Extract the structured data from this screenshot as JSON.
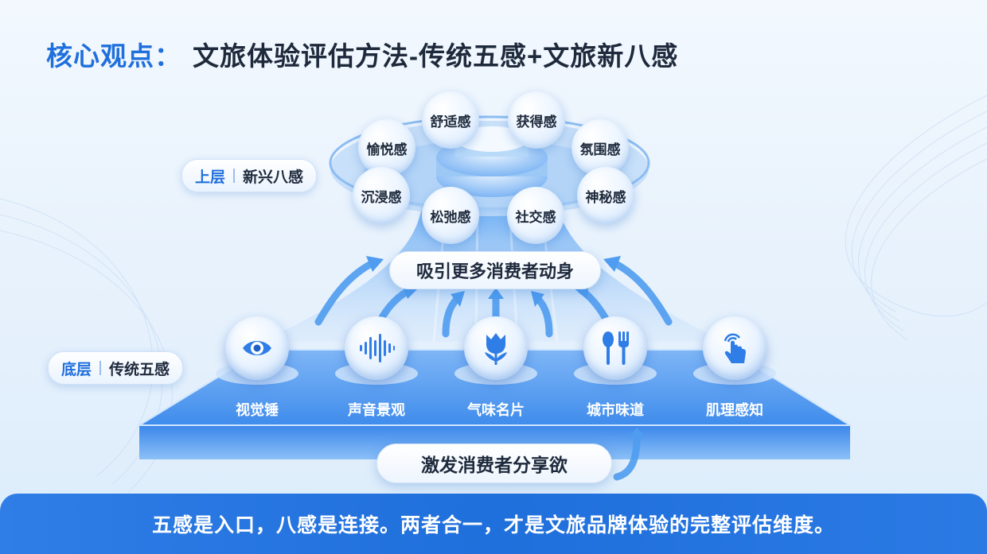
{
  "title": {
    "highlight": "核心观点：",
    "main": "文旅体验评估方法-传统五感+文旅新八感"
  },
  "upper_tag": {
    "label_a": "上层",
    "label_b": "新兴八感"
  },
  "lower_tag": {
    "label_a": "底层",
    "label_b": "传统五感"
  },
  "eight_senses": [
    "舒适感",
    "获得感",
    "愉悦感",
    "氛围感",
    "沉浸感",
    "神秘感",
    "松弛感",
    "社交感"
  ],
  "attract_label": "吸引更多消费者动身",
  "five_senses": [
    {
      "label": "视觉锤",
      "icon": "eye-icon"
    },
    {
      "label": "声音景观",
      "icon": "sound-wave-icon"
    },
    {
      "label": "气味名片",
      "icon": "tulip-icon"
    },
    {
      "label": "城市味道",
      "icon": "spoon-fork-icon"
    },
    {
      "label": "肌理感知",
      "icon": "touch-hand-icon"
    }
  ],
  "stimulate_label": "激发消费者分享欲",
  "conclusion": "五感是入口，八感是连接。两者合一，才是文旅品牌体验的完整评估维度。",
  "colors": {
    "accent": "#1f6fdc",
    "text": "#1e2a3c",
    "platform_top": "#4d96f0",
    "platform_side": "#2f7de6"
  }
}
